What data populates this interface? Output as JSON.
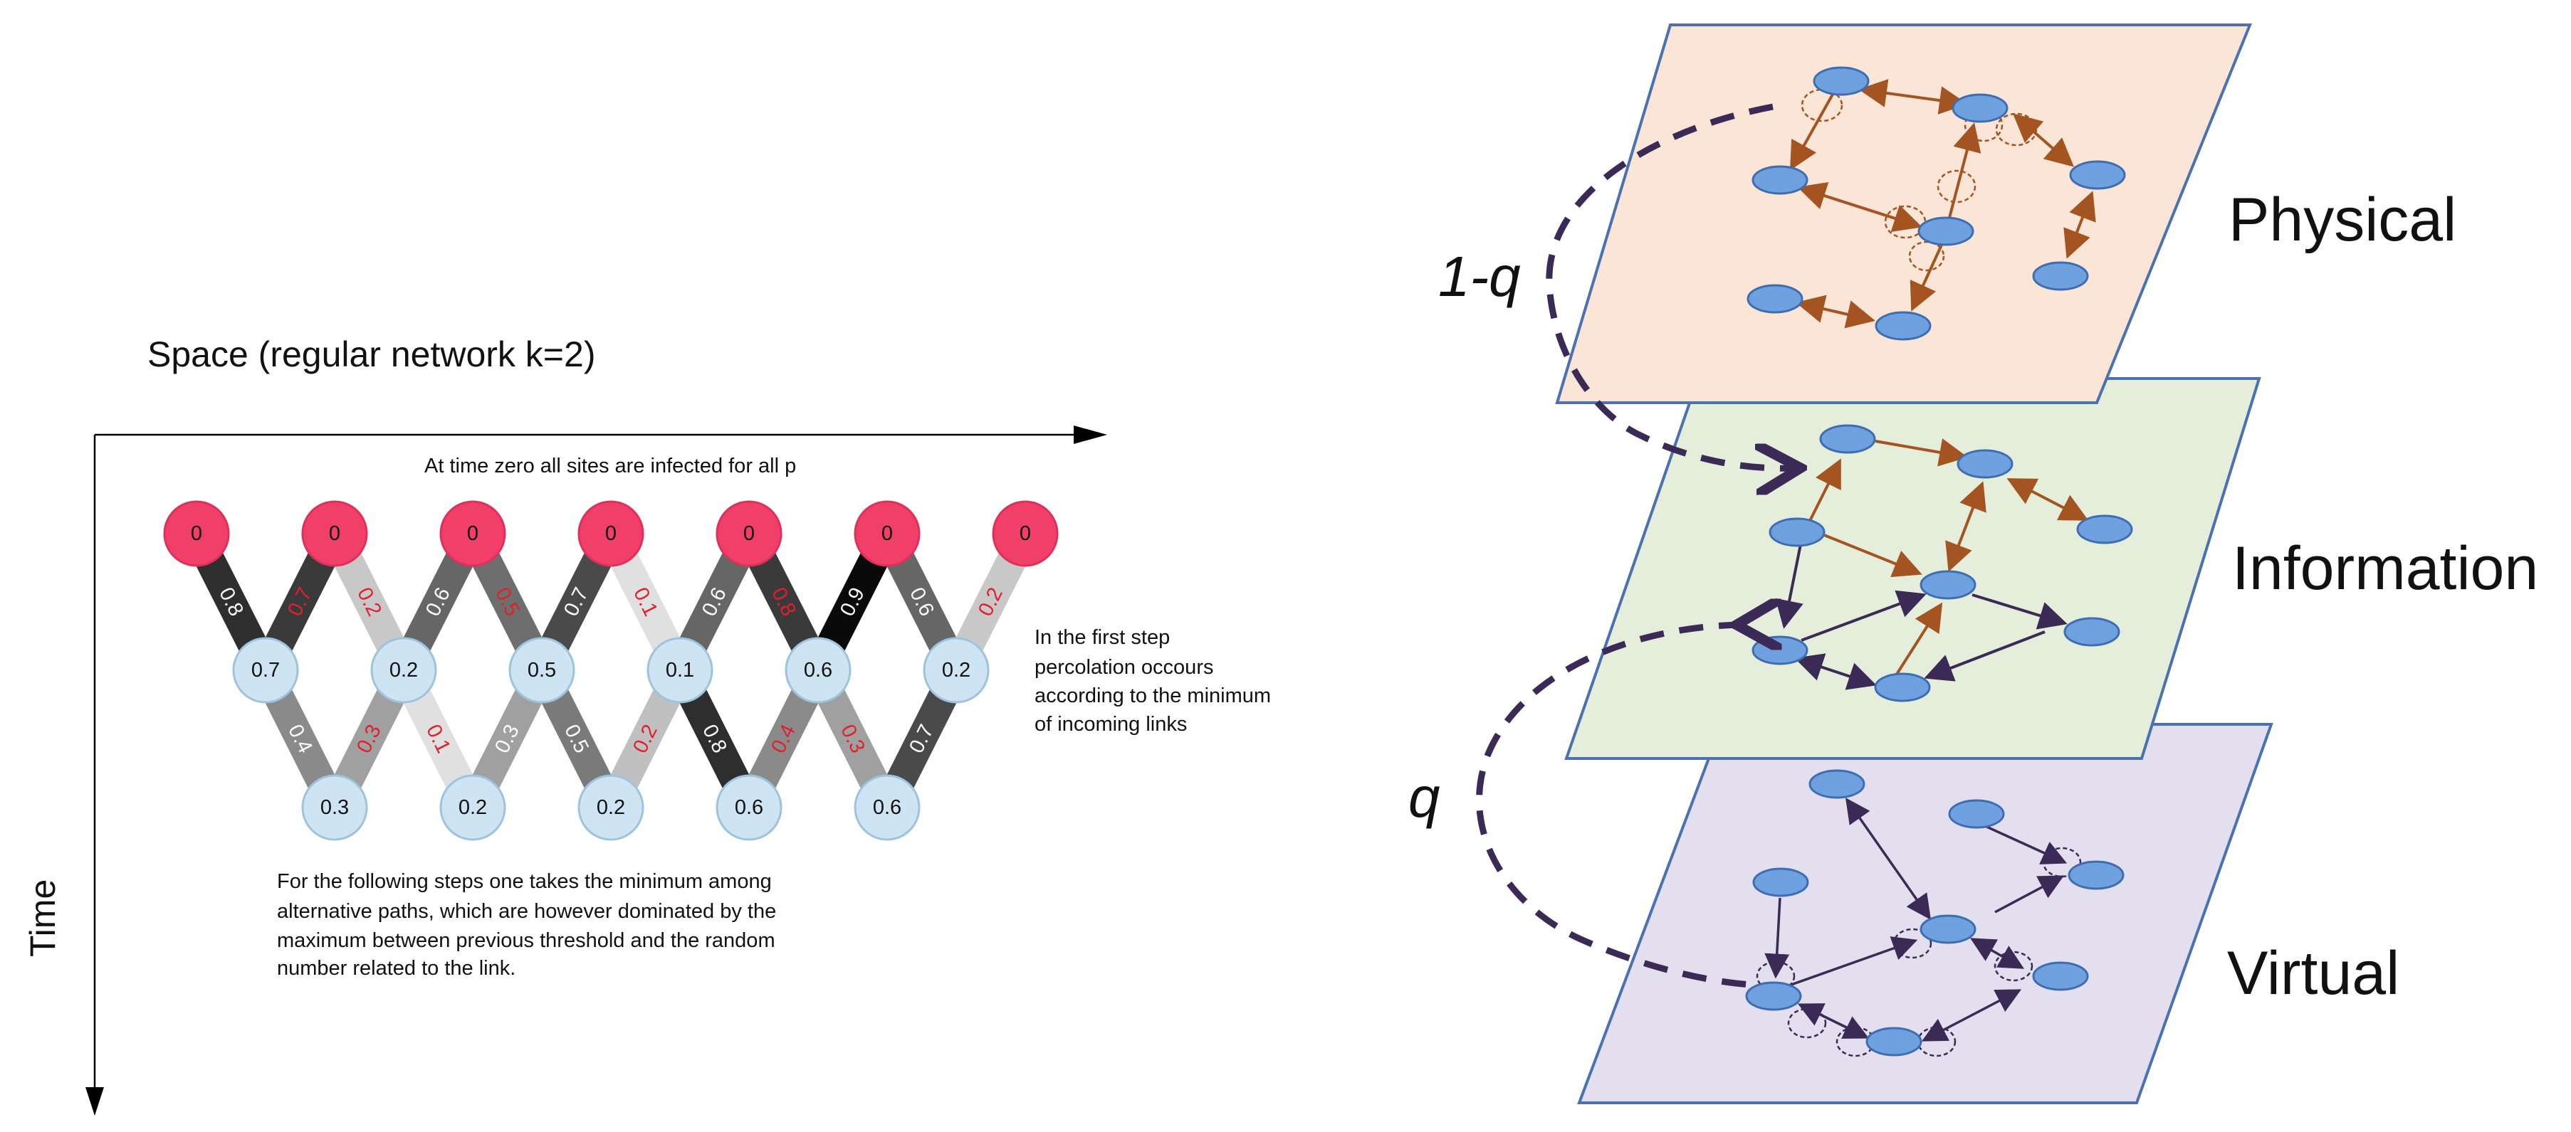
{
  "left_panel": {
    "space_label": "Space (regular network k=2)",
    "time_label": "Time",
    "note_top": "At time zero all sites are infected for all p",
    "note_right": [
      "In the first step",
      "percolation occours",
      "according to the minimum",
      "of incoming links"
    ],
    "note_bottom": [
      "For the following steps one takes the minimum among",
      "alternative paths, which are however dominated by the",
      "maximum between previous threshold and the random",
      "number related to the link."
    ],
    "row0_values": [
      "0",
      "0",
      "0",
      "0",
      "0",
      "0",
      "0"
    ],
    "row1_values": [
      "0.7",
      "0.2",
      "0.5",
      "0.1",
      "0.6",
      "0.2"
    ],
    "row2_values": [
      "0.3",
      "0.2",
      "0.2",
      "0.6",
      "0.6"
    ],
    "links_row0_row1": [
      {
        "label": "0.8",
        "color": "#2e2e2e",
        "text_color": "#ffffff"
      },
      {
        "label": "0.7",
        "color": "#3a3a3a",
        "text_color": "#e0202a"
      },
      {
        "label": "0.2",
        "color": "#c8c8c8",
        "text_color": "#e0202a"
      },
      {
        "label": "0.6",
        "color": "#666666",
        "text_color": "#ffffff"
      },
      {
        "label": "0.5",
        "color": "#6e6e6e",
        "text_color": "#e0202a"
      },
      {
        "label": "0.7",
        "color": "#4a4a4a",
        "text_color": "#ffffff"
      },
      {
        "label": "0.1",
        "color": "#e0e0e0",
        "text_color": "#e0202a"
      },
      {
        "label": "0.6",
        "color": "#666666",
        "text_color": "#ffffff"
      },
      {
        "label": "0.8",
        "color": "#3a3a3a",
        "text_color": "#e0202a"
      },
      {
        "label": "0.9",
        "color": "#0a0a0a",
        "text_color": "#ffffff"
      },
      {
        "label": "0.6",
        "color": "#666666",
        "text_color": "#ffffff"
      },
      {
        "label": "0.2",
        "color": "#c8c8c8",
        "text_color": "#e0202a"
      }
    ],
    "links_row1_row2": [
      {
        "label": "0.4",
        "color": "#8a8a8a",
        "text_color": "#ffffff"
      },
      {
        "label": "0.3",
        "color": "#a0a0a0",
        "text_color": "#e0202a"
      },
      {
        "label": "0.1",
        "color": "#e0e0e0",
        "text_color": "#e0202a"
      },
      {
        "label": "0.3",
        "color": "#a0a0a0",
        "text_color": "#ffffff"
      },
      {
        "label": "0.5",
        "color": "#7a7a7a",
        "text_color": "#ffffff"
      },
      {
        "label": "0.2",
        "color": "#c0c0c0",
        "text_color": "#e0202a"
      },
      {
        "label": "0.8",
        "color": "#2e2e2e",
        "text_color": "#ffffff"
      },
      {
        "label": "0.4",
        "color": "#8a8a8a",
        "text_color": "#e0202a"
      },
      {
        "label": "0.3",
        "color": "#a0a0a0",
        "text_color": "#e0202a"
      },
      {
        "label": "0.7",
        "color": "#4a4a4a",
        "text_color": "#ffffff"
      }
    ],
    "colors": {
      "infected": "#f0406a",
      "node": "#cfe4f2",
      "node_stroke": "#9ec3dd"
    }
  },
  "right_panel": {
    "layer_labels": {
      "physical": "Physical",
      "information": "Information",
      "virtual": "Virtual"
    },
    "q_labels": {
      "one_minus_q": "1-q",
      "q": "q"
    },
    "colors": {
      "physical_fill": "#fbe5d6",
      "information_fill": "#e4eedb",
      "virtual_fill": "#e4dfee",
      "layer_stroke": "#4a72b0",
      "node_fill": "#6fa0e0",
      "brown_arrow": "#a35420",
      "dark_arrow": "#3b2a55"
    }
  }
}
